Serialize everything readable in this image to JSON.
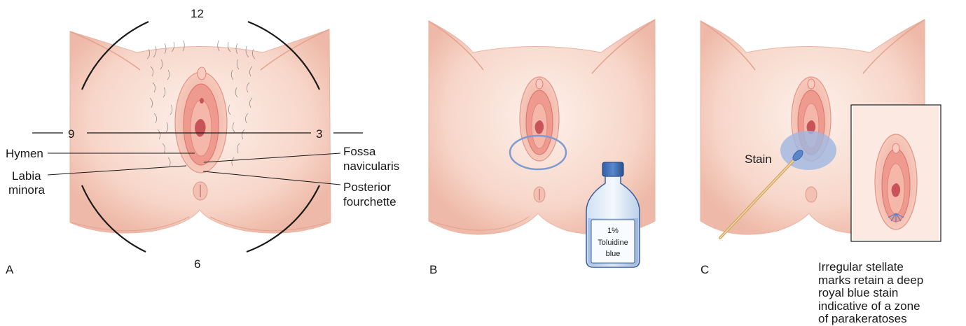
{
  "panel_a": {
    "letter": "A",
    "clock": {
      "top": "12",
      "right": "3",
      "bottom": "6",
      "left": "9"
    },
    "labels": {
      "hymen": "Hymen",
      "labia_line1": "Labia",
      "labia_line2": "minora",
      "fossa_line1": "Fossa",
      "fossa_line2": "navicularis",
      "posterior_line1": "Posterior",
      "posterior_line2": "fourchette"
    }
  },
  "panel_b": {
    "letter": "B",
    "bottle": {
      "line1": "1%",
      "line2": "Toluidine",
      "line3": "blue"
    }
  },
  "panel_c": {
    "letter": "C",
    "stain_label": "Stain",
    "caption": [
      "Irregular stellate",
      "marks retain a deep",
      "royal blue stain",
      "indicative of a zone",
      "of parakeratoses"
    ]
  },
  "colors": {
    "skin": "#f7d6c9",
    "skin_shadow": "#e9aa98",
    "mucosa": "#e88e84",
    "deep_pink": "#c8545a",
    "blue_outline": "#7e9bd1",
    "stain_blue": "#9fb6e2"
  }
}
